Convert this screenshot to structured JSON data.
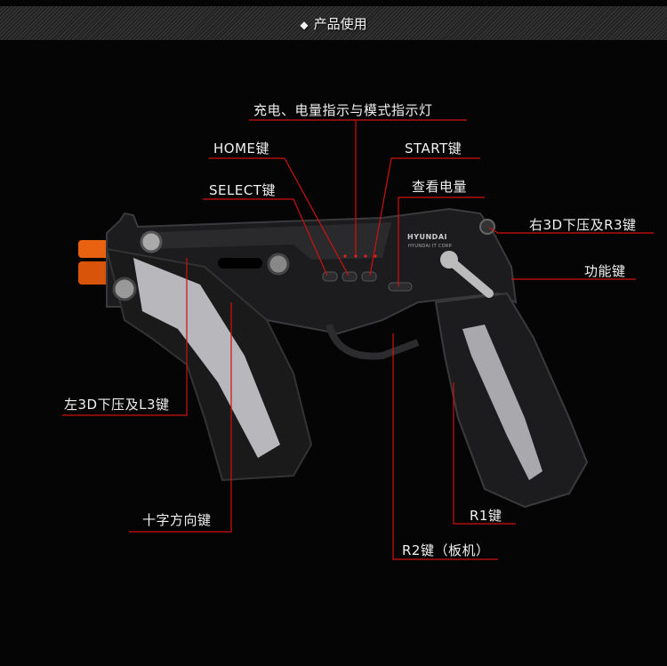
{
  "header": {
    "title": "产品使用",
    "bullet": "◆"
  },
  "colors": {
    "leader": "#d01010",
    "background": "#050505",
    "text": "#f0f0f0"
  },
  "brand": {
    "logo": "HYUNDAI",
    "sub": "HYUNDAI IT CORP."
  },
  "labels": {
    "indicator": "充电、电量指示与模式指示灯",
    "home": "HOME键",
    "start": "START键",
    "select": "SELECT键",
    "battery": "查看电量",
    "r3": "右3D下压及R3键",
    "function": "功能键",
    "l3": "左3D下压及L3键",
    "dpad": "十字方向键",
    "r1": "R1键",
    "r2": "R2键（板机）"
  }
}
